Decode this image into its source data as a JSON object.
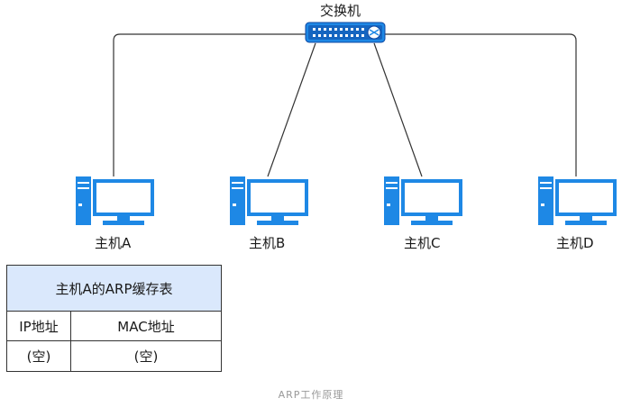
{
  "switch": {
    "label": "交换机",
    "icon": "network-switch-icon"
  },
  "hosts": [
    {
      "label": "主机A",
      "icon": "computer-icon"
    },
    {
      "label": "主机B",
      "icon": "computer-icon"
    },
    {
      "label": "主机C",
      "icon": "computer-icon"
    },
    {
      "label": "主机D",
      "icon": "computer-icon"
    }
  ],
  "arp_table": {
    "title": "主机A的ARP缓存表",
    "headers": [
      "IP地址",
      "MAC地址"
    ],
    "row": [
      "(空)",
      "(空)"
    ]
  },
  "caption": "ARP工作原理",
  "colors": {
    "device_blue": "#1e88e5",
    "screen_white": "#ffffff",
    "table_header_bg": "#dae8fc",
    "line": "#333333"
  }
}
